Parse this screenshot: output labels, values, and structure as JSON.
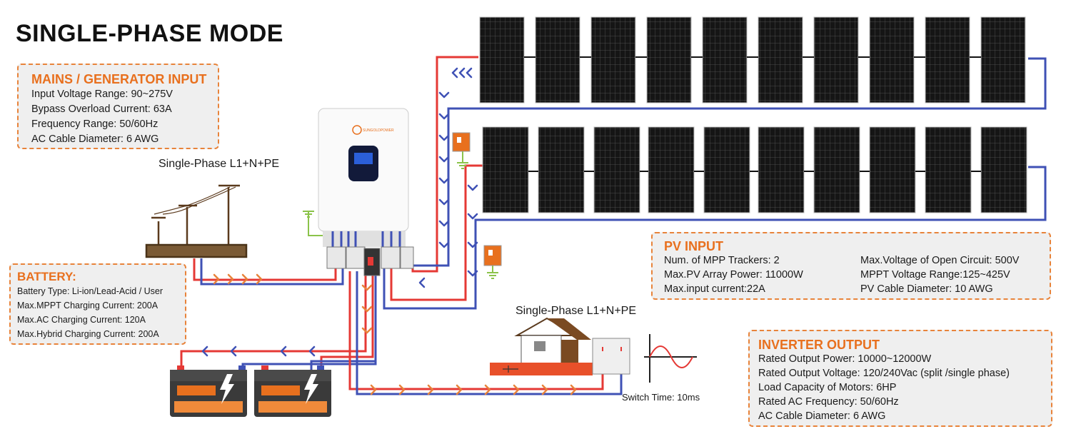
{
  "title": "SINGLE-PHASE MODE",
  "mains": {
    "heading": "MAINS / GENERATOR INPUT",
    "lines": [
      "Input Voltage Range: 90~275V",
      "Bypass Overload Current: 63A",
      "Frequency Range: 50/60Hz",
      "AC Cable Diameter: 6 AWG"
    ]
  },
  "battery": {
    "heading": "BATTERY:",
    "lines": [
      "Battery Type: Li-ion/Lead-Acid / User",
      "Max.MPPT Charging Current: 200A",
      "Max.AC Charging Current: 120A",
      "Max.Hybrid Charging Current: 200A"
    ]
  },
  "pv": {
    "heading": "PV INPUT",
    "left": [
      "Num. of MPP Trackers: 2",
      "Max.PV Array Power: 11000W",
      "Max.input current:22A"
    ],
    "right": [
      "Max.Voltage of Open Circuit: 500V",
      "MPPT Voltage Range:125~425V",
      "PV Cable Diameter: 10 AWG"
    ]
  },
  "inverter_output": {
    "heading": "INVERTER OUTPUT",
    "lines": [
      "Rated Output Power: 10000~12000W",
      "Rated Output Voltage: 120/240Vac (split /single phase)",
      "Load Capacity of Motors: 6HP",
      "Rated AC Frequency: 50/60Hz",
      "AC Cable Diameter: 6 AWG"
    ]
  },
  "grid_label": "Single-Phase L1+N+PE",
  "home_label": "Single-Phase L1+N+PE",
  "switch_time": "Switch Time: 10ms",
  "brand": "SUNGOLDPOWER",
  "colors": {
    "accent": "#e8701e",
    "line_live": "#e53935",
    "line_neutral": "#3f51b5",
    "ground": "#8bc34a",
    "panel": "#1a1a1a"
  },
  "icons": [
    "utility-pole-icon",
    "house-icon",
    "sine-wave-icon",
    "battery-icon",
    "inverter-icon",
    "surge-protector-icon",
    "solar-panel-icon"
  ]
}
